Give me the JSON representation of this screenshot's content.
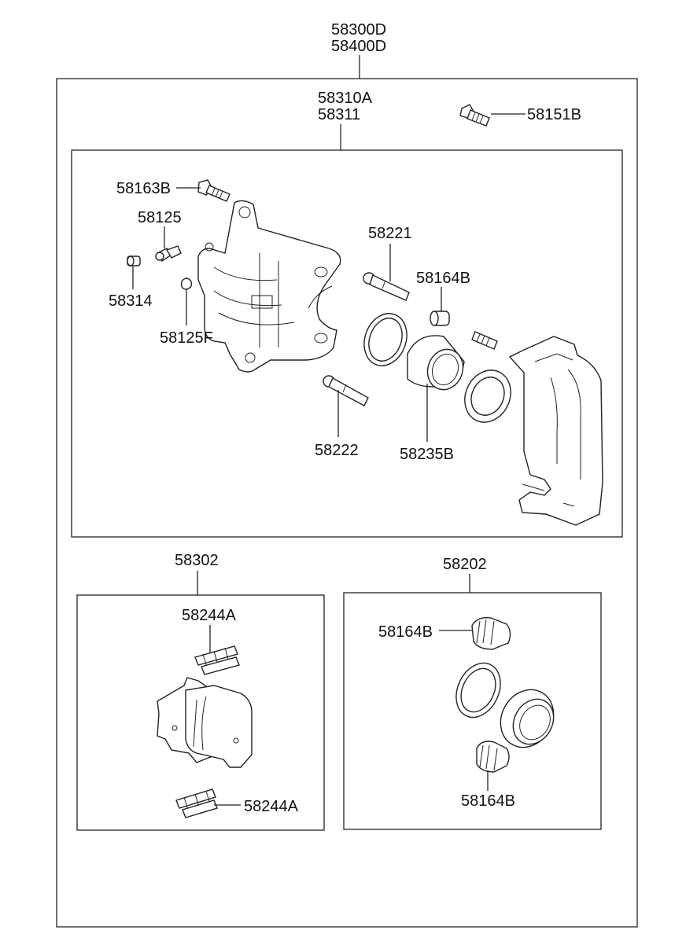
{
  "assembly": {
    "part_no_1": "58300D",
    "part_no_2": "58400D"
  },
  "caliper": {
    "part_no_1": "58310A",
    "part_no_2": "58311",
    "items": {
      "bleeder_screw_bolt": "58151B",
      "bolt_163": "58163B",
      "bleeder_screw": "58125",
      "bleeder_cap": "58314",
      "clip": "58125F",
      "guide_pin_upper": "58221",
      "boot_upper": "58164B",
      "guide_pin_lower": "58222",
      "piston": "58235B"
    }
  },
  "pad_kit": {
    "part_no": "58302",
    "shim_upper": "58244A",
    "shim_lower": "58244A"
  },
  "seal_kit": {
    "part_no": "58202",
    "boot_upper": "58164B",
    "boot_lower": "58164B"
  }
}
